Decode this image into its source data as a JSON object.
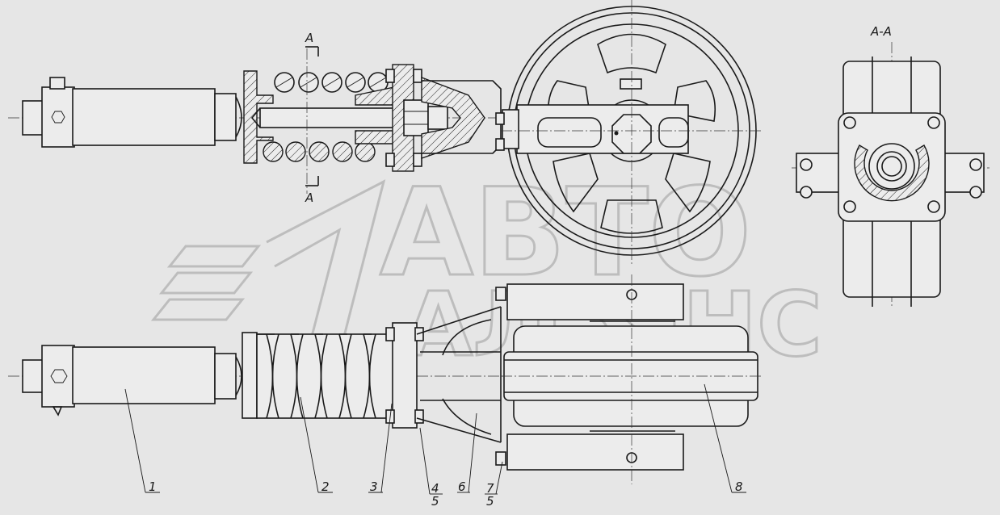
{
  "section": {
    "marker": "A",
    "title": "A-A"
  },
  "watermark": {
    "line1": "АВТО",
    "line2": "АЛЬЯНС"
  },
  "callouts": [
    {
      "id": "1",
      "text": "1"
    },
    {
      "id": "2",
      "text": "2"
    },
    {
      "id": "3",
      "text": "3"
    },
    {
      "id": "4",
      "text": "4",
      "sub": "5"
    },
    {
      "id": "6",
      "text": "6"
    },
    {
      "id": "7",
      "text": "7",
      "sub": "5"
    },
    {
      "id": "8",
      "text": "8"
    }
  ]
}
